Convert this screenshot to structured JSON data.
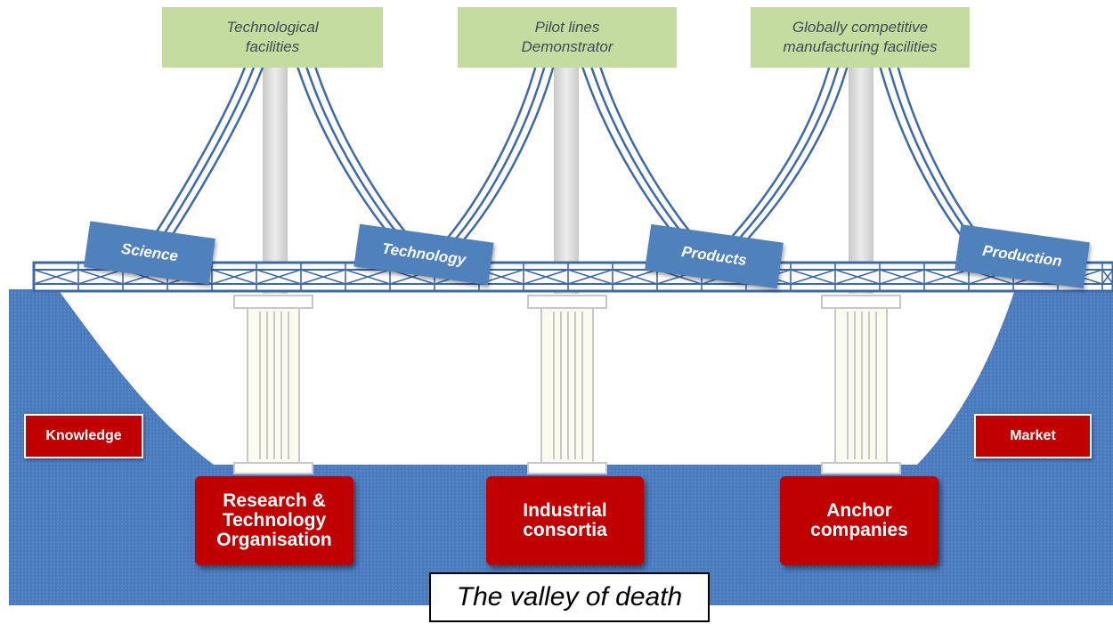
{
  "facilities": [
    {
      "lines": [
        "Technological",
        "facilities"
      ]
    },
    {
      "lines": [
        "Pilot lines",
        "Demonstrator"
      ]
    },
    {
      "lines": [
        "Globally competitive",
        "manufacturing facilities"
      ]
    }
  ],
  "bridge_signs": [
    "Science",
    "Technology",
    "Products",
    "Production"
  ],
  "pillars": [
    "Research &\nTechnology\nOrganisation",
    "Industrial\nconsortia",
    "Anchor\ncompanies"
  ],
  "ends": {
    "left": "Knowledge",
    "right": "Market"
  },
  "caption": "The valley of death",
  "colors": {
    "valley_blue": "#4a7bbf",
    "bridge_blue": "#3f68a8",
    "sign_blue": "#4f81bd",
    "facility_green": "#c5dca0",
    "actor_red": "#c00000",
    "tower_gray": "#d6d6d6"
  }
}
